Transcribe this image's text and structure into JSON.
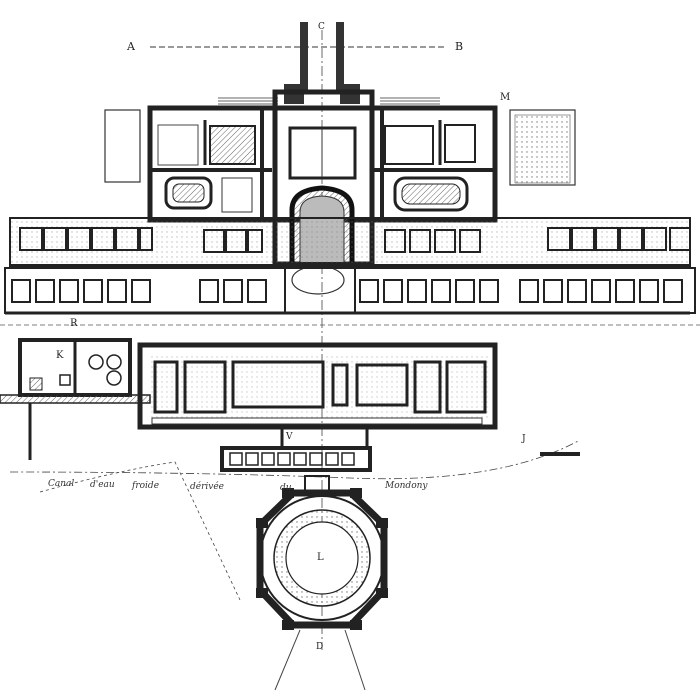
{
  "section_letters": {
    "a": "A",
    "b": "B",
    "c": "C",
    "d": "D",
    "m": "M",
    "r": "R",
    "k": "K",
    "l": "L",
    "j": "J",
    "v": "V"
  },
  "canal_caption": {
    "word1": "Canal",
    "word2": "d'eau",
    "word3": "froide",
    "word4": "dérivée",
    "word5": "du",
    "word6": "Mondony"
  },
  "colors": {
    "ink": "#2a2a2a",
    "wall": "#3a3a3a",
    "hatch": "#9a9a9a",
    "paper": "#ffffff"
  }
}
